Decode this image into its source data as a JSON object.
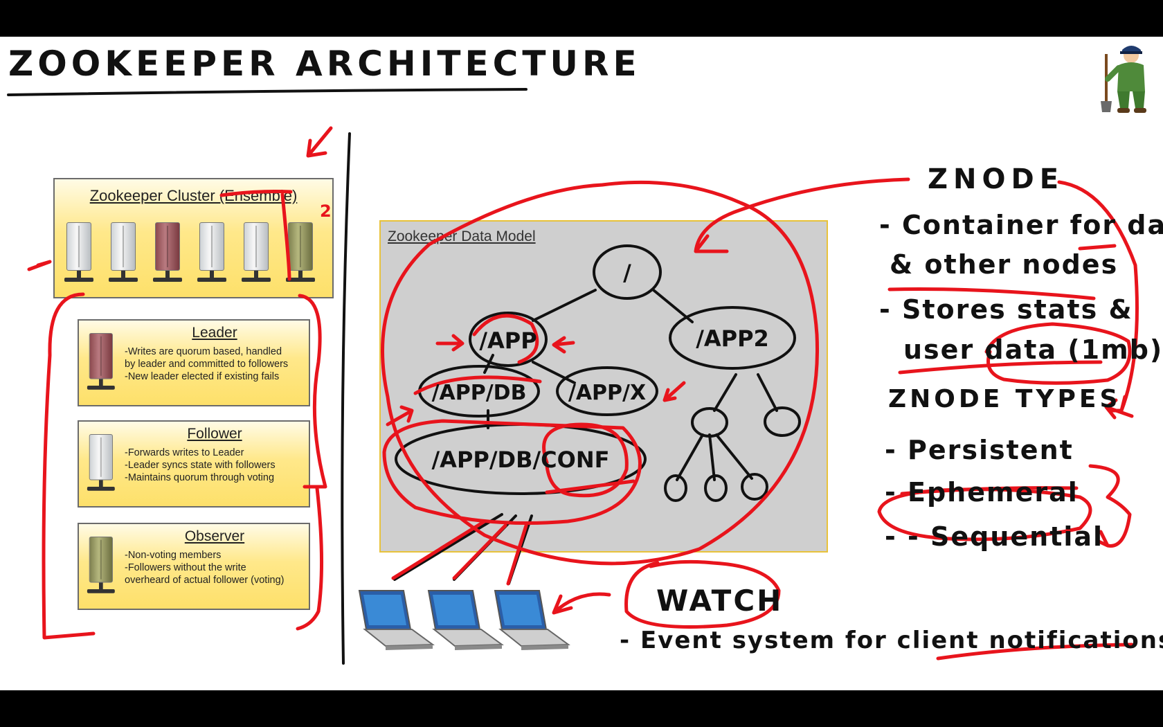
{
  "slide": {
    "title": "ZOOKEEPER ARCHITECTURE"
  },
  "cluster": {
    "title": "Zookeeper Cluster (Ensemble)"
  },
  "roles": {
    "leader": {
      "title": "Leader",
      "lines": [
        "-Writes are quorum based, handled",
        "by leader and committed to followers",
        "-New leader elected if existing fails"
      ]
    },
    "follower": {
      "title": "Follower",
      "lines": [
        "-Forwards writes to Leader",
        "-Leader syncs state with followers",
        "-Maintains quorum through voting"
      ]
    },
    "observer": {
      "title": "Observer",
      "lines": [
        "-Non-voting members",
        "-Followers without the write",
        "overheard of actual follower (voting)"
      ]
    }
  },
  "data_model": {
    "title": "Zookeeper Data Model",
    "nodes": {
      "root": "/",
      "app": "/APP",
      "app2": "/APP2",
      "app_db": "/APP/DB",
      "app_x": "/APP/X",
      "app_db_conf": "/APP/DB/CONF"
    }
  },
  "notes": {
    "znode_title": "ZNODE",
    "znode_lines": [
      "- Container for data",
      "& other nodes",
      "- Stores stats &",
      "user data (1mb)"
    ],
    "types_title": "ZNODE TYPES",
    "types": [
      "- Persistent",
      "- Ephemeral",
      "- - Sequential"
    ],
    "watch_title": "WATCH",
    "watch_desc": "- Event system for client notifications"
  },
  "annotations": {
    "side_numbers": [
      "2"
    ]
  },
  "colors": {
    "ink_red": "#e8141c",
    "ink_black": "#111111",
    "panel_yellow": "#ffe88a",
    "data_model_bg": "#cfcfcf"
  },
  "icons": {
    "server": "server-tower-icon",
    "laptop": "laptop-icon",
    "mascot": "zookeeper-mascot-icon"
  }
}
